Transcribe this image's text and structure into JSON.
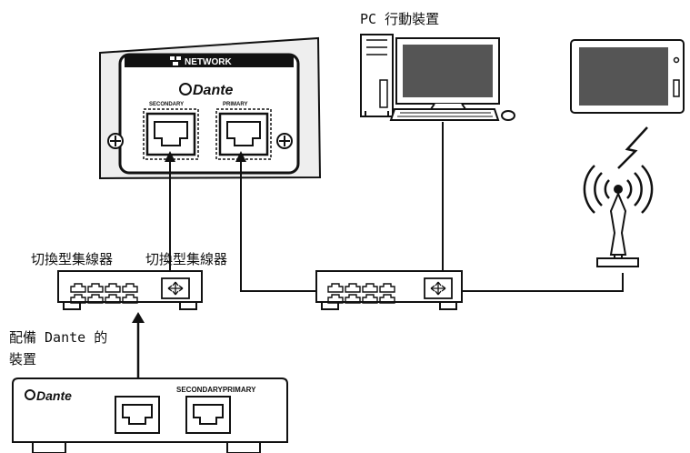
{
  "labels": {
    "pc_mobile": "PC 行動裝置",
    "switch_1": "切換型集線器",
    "switch_2": "切換型集線器",
    "dante_device_line1": "配備 Dante 的",
    "dante_device_line2": "裝置"
  },
  "card": {
    "network_title": "NETWORK",
    "brand": "Dante",
    "secondary_port": "SECONDARY",
    "primary_port": "PRIMARY"
  },
  "device": {
    "brand": "Dante",
    "port_labels": "SECONDARYPRIMARY"
  },
  "icons": [
    "network-icon",
    "dante-logo",
    "rj45-port-icon",
    "switch-icon",
    "desktop-pc-icon",
    "monitor-icon",
    "keyboard-icon",
    "mouse-icon",
    "tablet-icon",
    "wireless-access-point-icon",
    "lightning-signal-icon"
  ]
}
